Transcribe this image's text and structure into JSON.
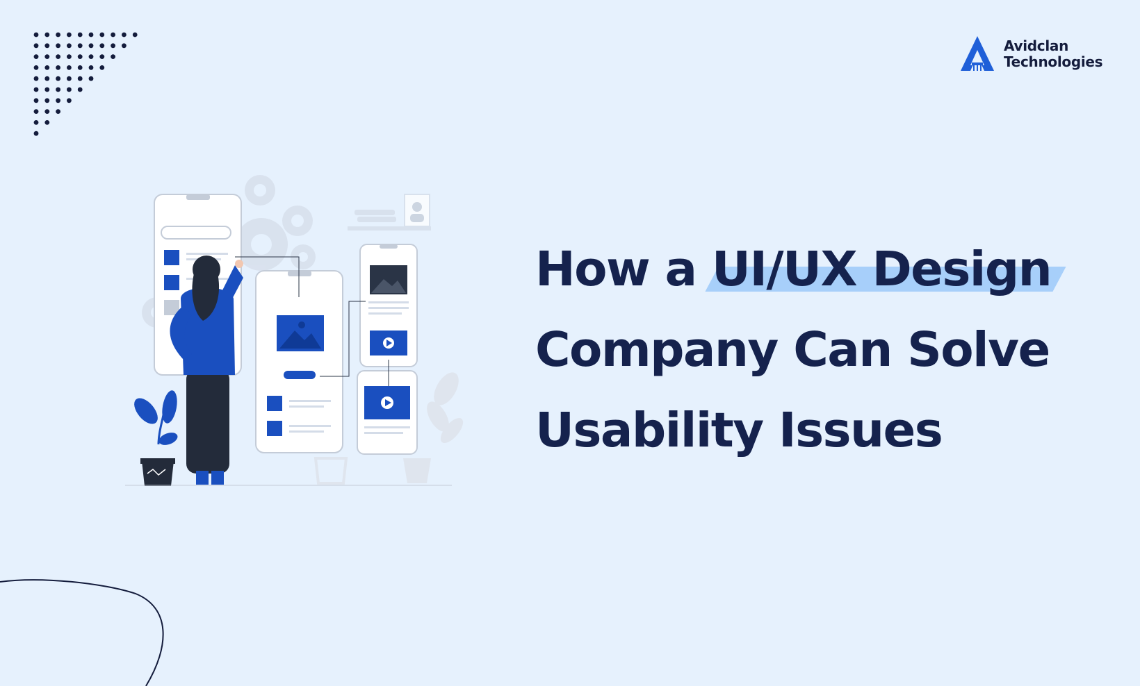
{
  "brand": {
    "name_line1": "Avidclan",
    "name_line2": "Technologies",
    "logo_icon": "avidclan-logo-icon",
    "color": "#1f5fd8"
  },
  "headline": {
    "line1_prefix": "How a ",
    "line1_highlight": "UI/UX Design",
    "line2": "Company Can Solve",
    "line3": "Usability Issues"
  },
  "colors": {
    "background": "#e6f1fd",
    "headline_text": "#15224d",
    "highlight": "#a7cffa",
    "accent_blue": "#1a4fbf",
    "dark_navy": "#141c3c"
  },
  "illustration": {
    "description_icon": "ui-ux-designer-illustration-icon"
  }
}
